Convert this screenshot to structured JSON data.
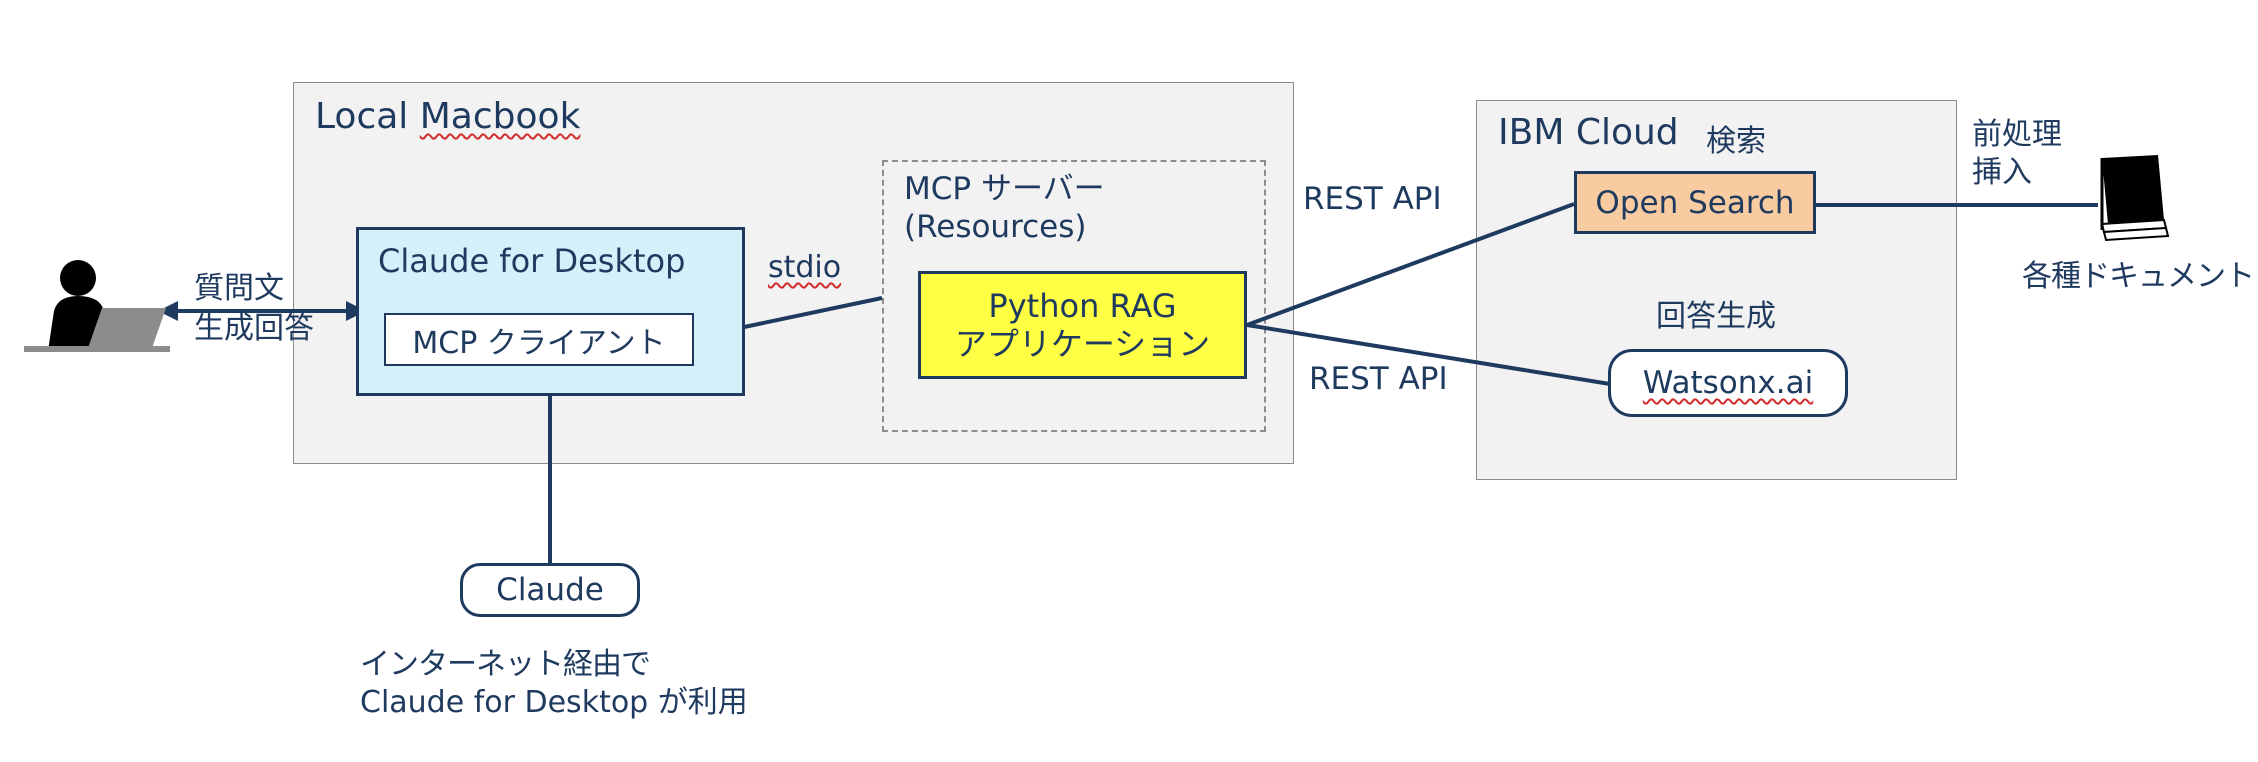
{
  "colors": {
    "line": "#1f3a5f",
    "region_fill": "#f2f2f2",
    "client_fill": "#d6f0fb",
    "rag_fill": "#ffff44",
    "search_fill": "#f8cba1"
  },
  "regions": {
    "local": {
      "title_prefix": "Local ",
      "title_squiggle": "Macbook"
    },
    "ibm": {
      "title": "IBM Cloud"
    },
    "mcp_server": {
      "line1": "MCP サーバー",
      "line2": "(Resources)"
    }
  },
  "nodes": {
    "claude_desktop": {
      "title": "Claude for Desktop"
    },
    "mcp_client": {
      "label": "MCP クライアント"
    },
    "rag_app": {
      "line1": "Python RAG",
      "line2": "アプリケーション"
    },
    "open_search": {
      "label": "Open Search"
    },
    "watsonx": {
      "label": "Watsonx.ai"
    },
    "claude": {
      "label": "Claude"
    }
  },
  "labels": {
    "question": "質問文",
    "answer_gen": "生成回答",
    "stdio": "stdio",
    "rest_api_top": "REST API",
    "rest_api_bottom": "REST API",
    "search": "検索",
    "answer_generation": "回答生成",
    "preprocess": "前処理",
    "insert": "挿入",
    "documents": "各種ドキュメント",
    "note_line1": "インターネット経由で",
    "note_line2": "Claude for Desktop が利用"
  },
  "icons": {
    "user": "user-with-laptop-icon",
    "documents": "document-stack-icon"
  }
}
